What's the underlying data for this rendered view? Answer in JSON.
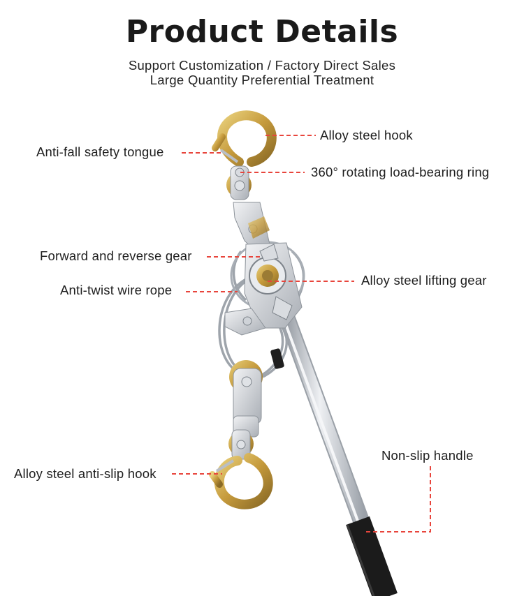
{
  "header": {
    "title": "Product Details",
    "subtitle_line1": "Support Customization / Factory Direct Sales",
    "subtitle_line2": "Large Quantity Preferential Treatment"
  },
  "callouts": {
    "alloy_steel_hook": "Alloy steel hook",
    "anti_fall_tongue": "Anti-fall safety tongue",
    "rotating_ring": "360° rotating load-bearing ring",
    "forward_reverse_gear": "Forward and reverse gear",
    "lifting_gear": "Alloy steel lifting gear",
    "wire_rope": "Anti-twist wire rope",
    "non_slip_handle": "Non-slip handle",
    "anti_slip_hook": "Alloy steel anti-slip hook"
  },
  "colors": {
    "leader_line": "#e8453c",
    "hook_gold": "#c9a84a",
    "steel": "#c8ccd2",
    "handle_grip": "#1b1b1b"
  }
}
